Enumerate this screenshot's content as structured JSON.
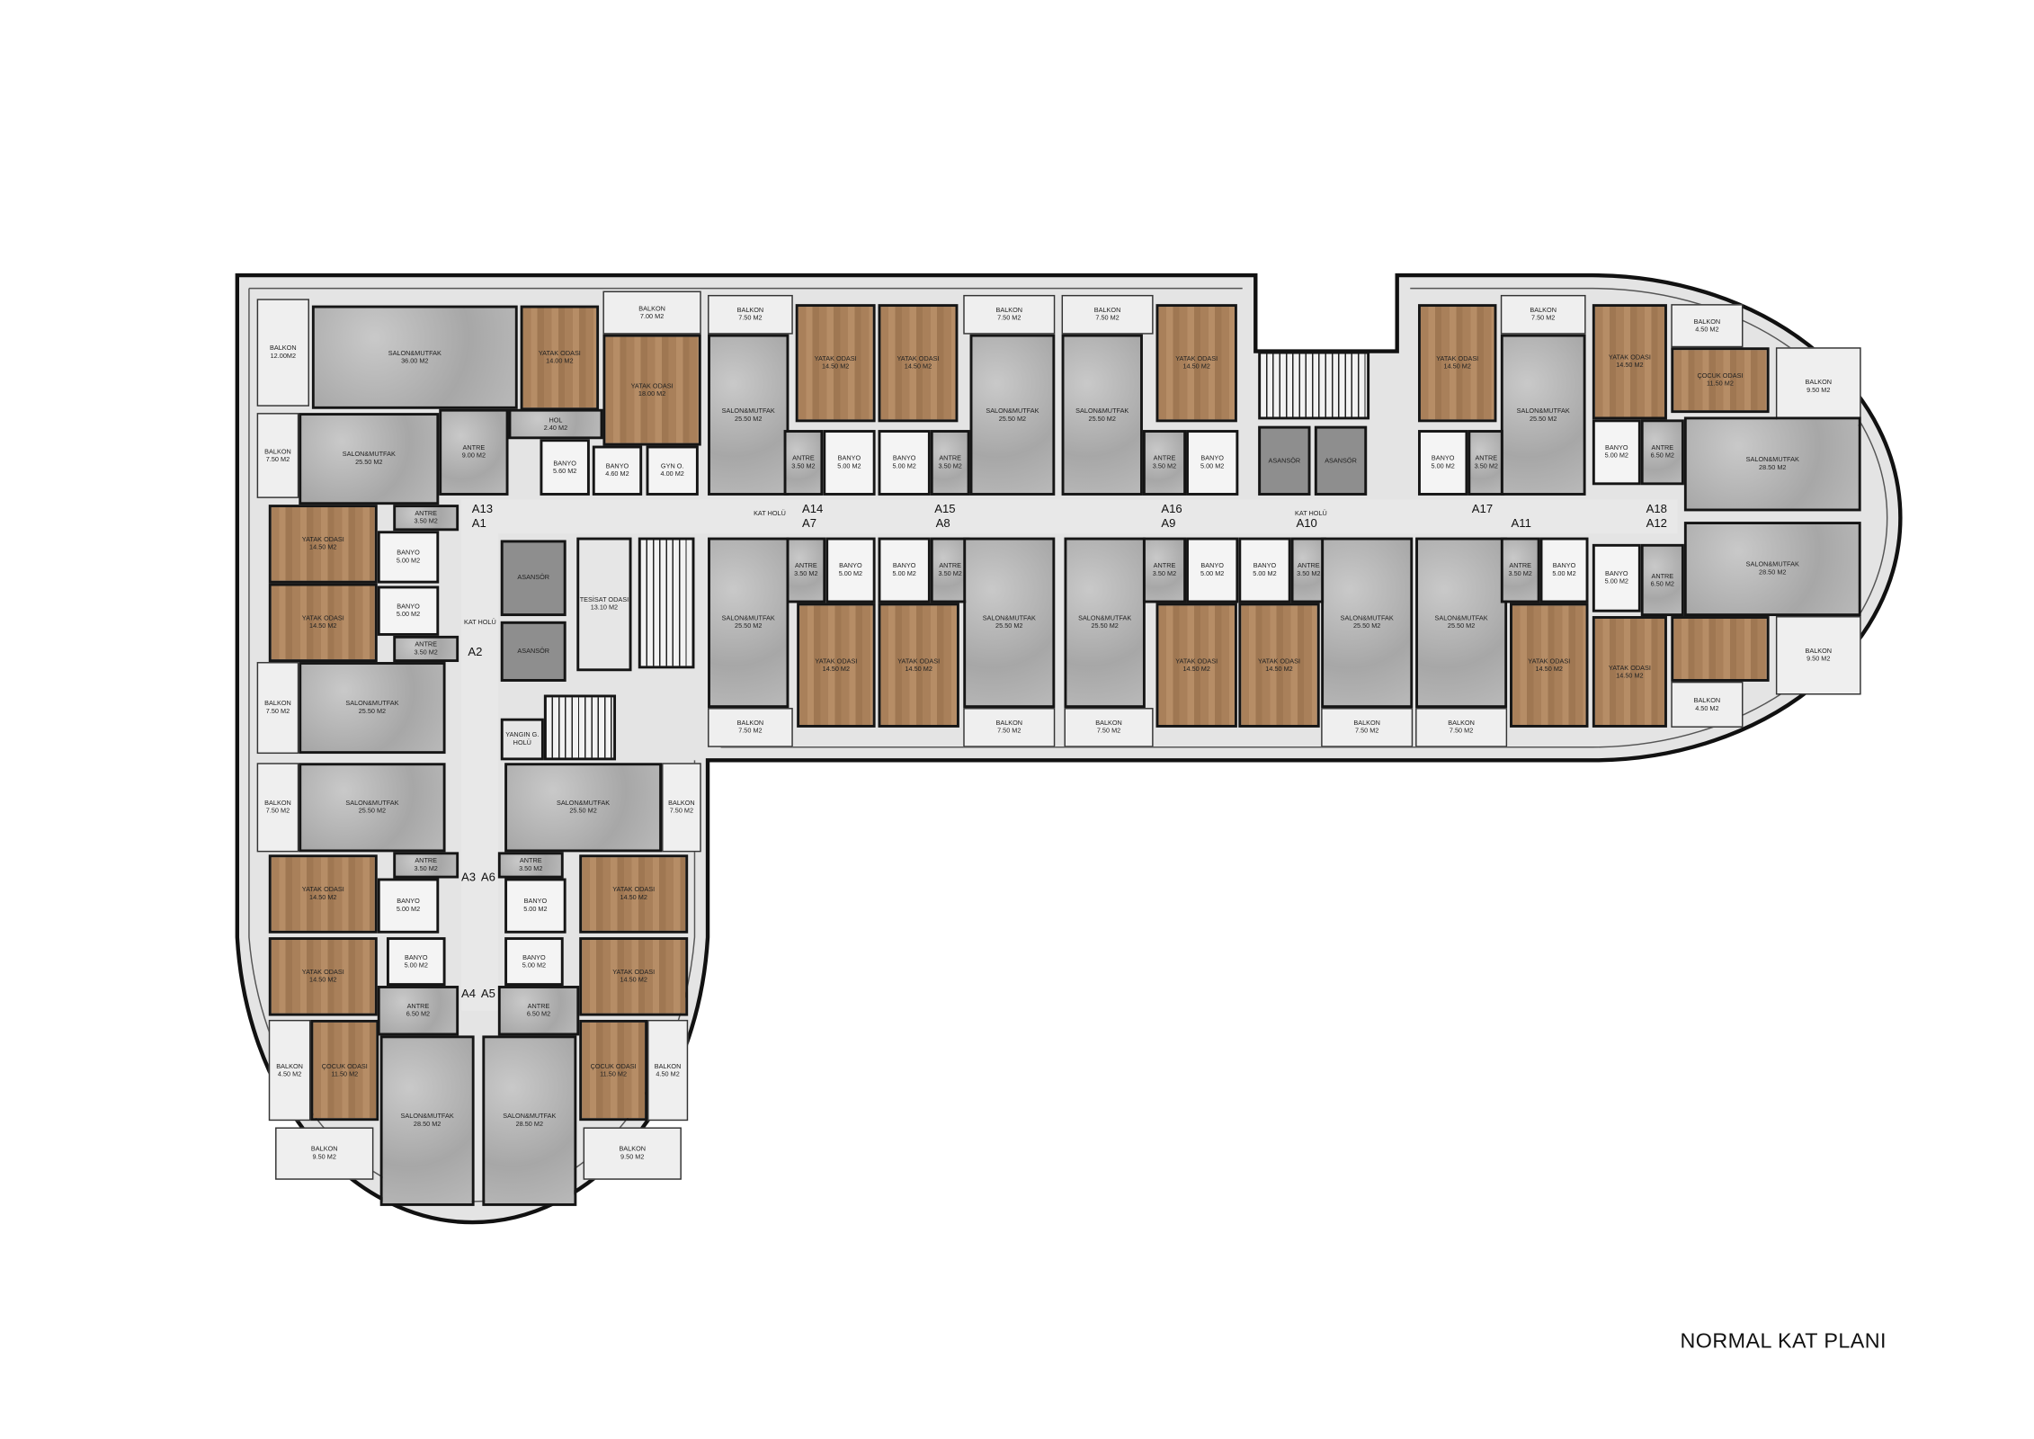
{
  "title": "NORMAL KAT PLANI",
  "corridor_labels": [
    "KAT HOLÜ",
    "KAT HOLÜ",
    "KAT HOLÜ"
  ],
  "markers": [
    "A13",
    "A1",
    "A2",
    "A3",
    "A6",
    "A4",
    "A5",
    "A14",
    "A7",
    "A15",
    "A8",
    "A16",
    "A9",
    "A10",
    "A17",
    "A11",
    "A18",
    "A12"
  ],
  "rooms": [
    {
      "name": "BALKON",
      "area": "12.00M2"
    },
    {
      "name": "SALON&MUTFAK",
      "area": "36.00 M2"
    },
    {
      "name": "YATAK ODASI",
      "area": "14.00 M2"
    },
    {
      "name": "BALKON",
      "area": "7.00 M2"
    },
    {
      "name": "YATAK ODASI",
      "area": "18.00 M2"
    },
    {
      "name": "HOL",
      "area": "2.40 M2"
    },
    {
      "name": "ANTRE",
      "area": "9.00 M2"
    },
    {
      "name": "BANYO",
      "area": "5.60 M2"
    },
    {
      "name": "BANYO",
      "area": "4.60 M2"
    },
    {
      "name": "GYN O.",
      "area": "4.00 M2"
    },
    {
      "name": "BALKON",
      "area": "7.50 M2"
    },
    {
      "name": "SALON&MUTFAK",
      "area": "25.50 M2"
    },
    {
      "name": "ANTRE",
      "area": "3.50 M2"
    },
    {
      "name": "YATAK ODASI",
      "area": "14.50 M2"
    },
    {
      "name": "BANYO",
      "area": "5.00 M2"
    },
    {
      "name": "BANYO",
      "area": "5.00 M2"
    },
    {
      "name": "YATAK ODASI",
      "area": "14.50 M2"
    },
    {
      "name": "ANTRE",
      "area": "3.50 M2"
    },
    {
      "name": "SALON&MUTFAK",
      "area": "25.50 M2"
    },
    {
      "name": "BALKON",
      "area": "7.50 M2"
    },
    {
      "name": "BALKON",
      "area": "7.50 M2"
    },
    {
      "name": "SALON&MUTFAK",
      "area": "25.50 M2"
    },
    {
      "name": "ANTRE",
      "area": "3.50 M2"
    },
    {
      "name": "YATAK ODASI",
      "area": "14.50 M2"
    },
    {
      "name": "BANYO",
      "area": "5.00 M2"
    },
    {
      "name": "BANYO",
      "area": "5.00 M2"
    },
    {
      "name": "YATAK ODASI",
      "area": "14.50 M2"
    },
    {
      "name": "ANTRE",
      "area": "6.50 M2"
    },
    {
      "name": "ÇOCUK ODASI",
      "area": "11.50 M2"
    },
    {
      "name": "BALKON",
      "area": "4.50 M2"
    },
    {
      "name": "SALON&MUTFAK",
      "area": "28.50 M2"
    },
    {
      "name": "BALKON",
      "area": "9.50 M2"
    },
    {
      "name": "SALON&MUTFAK",
      "area": "25.50 M2"
    },
    {
      "name": "BALKON",
      "area": "7.50 M2"
    },
    {
      "name": "ANTRE",
      "area": "3.50 M2"
    },
    {
      "name": "YATAK ODASI",
      "area": "14.50 M2"
    },
    {
      "name": "BANYO",
      "area": "5.00 M2"
    },
    {
      "name": "BANYO",
      "area": "5.00 M2"
    },
    {
      "name": "YATAK ODASI",
      "area": "14.50 M2"
    },
    {
      "name": "ANTRE",
      "area": "6.50 M2"
    },
    {
      "name": "ÇOCUK ODASI",
      "area": "11.50 M2"
    },
    {
      "name": "BALKON",
      "area": "4.50 M2"
    },
    {
      "name": "SALON&MUTFAK",
      "area": "28.50 M2"
    },
    {
      "name": "BALKON",
      "area": "9.50 M2"
    },
    {
      "name": "ASANSÖR",
      "area": ""
    },
    {
      "name": "ASANSÖR",
      "area": ""
    },
    {
      "name": "TESİSAT ODASI",
      "area": "13.10 M2"
    },
    {
      "name": "YANGIN G.",
      "area": "HOLÜ"
    },
    {
      "name": "BALKON",
      "area": "7.50 M2"
    },
    {
      "name": "SALON&MUTFAK",
      "area": "25.50 M2"
    },
    {
      "name": "YATAK ODASI",
      "area": "14.50 M2"
    },
    {
      "name": "ANTRE",
      "area": "3.50 M2"
    },
    {
      "name": "BANYO",
      "area": "5.00 M2"
    },
    {
      "name": "YATAK ODASI",
      "area": "14.50 M2"
    },
    {
      "name": "BANYO",
      "area": "5.00 M2"
    },
    {
      "name": "ANTRE",
      "area": "3.50 M2"
    },
    {
      "name": "SALON&MUTFAK",
      "area": "25.50 M2"
    },
    {
      "name": "BALKON",
      "area": "7.50 M2"
    },
    {
      "name": "BALKON",
      "area": "7.50 M2"
    },
    {
      "name": "SALON&MUTFAK",
      "area": "25.50 M2"
    },
    {
      "name": "YATAK ODASI",
      "area": "14.50 M2"
    },
    {
      "name": "ANTRE",
      "area": "3.50 M2"
    },
    {
      "name": "BANYO",
      "area": "5.00 M2"
    },
    {
      "name": "ASANSÖR",
      "area": ""
    },
    {
      "name": "ASANSÖR",
      "area": ""
    },
    {
      "name": "YATAK ODASI",
      "area": "14.50 M2"
    },
    {
      "name": "BANYO",
      "area": "5.00 M2"
    },
    {
      "name": "ANTRE",
      "area": "3.50 M2"
    },
    {
      "name": "SALON&MUTFAK",
      "area": "25.50 M2"
    },
    {
      "name": "BALKON",
      "area": "7.50 M2"
    },
    {
      "name": "YATAK ODASI",
      "area": "14.50 M2"
    },
    {
      "name": "BALKON",
      "area": "4.50 M2"
    },
    {
      "name": "ÇOCUK ODASI",
      "area": "11.50 M2"
    },
    {
      "name": "BALKON",
      "area": "9.50 M2"
    },
    {
      "name": "BANYO",
      "area": "5.00 M2"
    },
    {
      "name": "ANTRE",
      "area": "6.50 M2"
    },
    {
      "name": "SALON&MUTFAK",
      "area": "28.50 M2"
    },
    {
      "name": "SALON&MUTFAK",
      "area": "28.50 M2"
    },
    {
      "name": "ANTRE",
      "area": "6.50 M2"
    },
    {
      "name": "BANYO",
      "area": "5.00 M2"
    },
    {
      "name": "YATAK ODASI",
      "area": "14.50 M2"
    },
    {
      "name": "BALKON",
      "area": "4.50 M2"
    },
    {
      "name": "BALKON",
      "area": "9.50 M2"
    },
    {
      "name": "SALON&MUTFAK",
      "area": "25.50 M2"
    },
    {
      "name": "ANTRE",
      "area": "3.50 M2"
    },
    {
      "name": "BANYO",
      "area": "5.00 M2"
    },
    {
      "name": "YATAK ODASI",
      "area": "14.50 M2"
    },
    {
      "name": "BALKON",
      "area": "7.50 M2"
    },
    {
      "name": "YATAK ODASI",
      "area": "14.50 M2"
    },
    {
      "name": "BANYO",
      "area": "5.00 M2"
    },
    {
      "name": "ANTRE",
      "area": "3.50 M2"
    },
    {
      "name": "SALON&MUTFAK",
      "area": "25.50 M2"
    },
    {
      "name": "BALKON",
      "area": "7.50 M2"
    },
    {
      "name": "SALON&MUTFAK",
      "area": "25.50 M2"
    },
    {
      "name": "BALKON",
      "area": "7.50 M2"
    },
    {
      "name": "ANTRE",
      "area": "3.50 M2"
    },
    {
      "name": "BANYO",
      "area": "5.00 M2"
    },
    {
      "name": "YATAK ODASI",
      "area": "14.50 M2"
    },
    {
      "name": "YATAK ODASI",
      "area": "14.50 M2"
    },
    {
      "name": "BANYO",
      "area": "5.00 M2"
    },
    {
      "name": "ANTRE",
      "area": "3.50 M2"
    },
    {
      "name": "SALON&MUTFAK",
      "area": "25.50 M2"
    },
    {
      "name": "BALKON",
      "area": "7.50 M2"
    },
    {
      "name": "SALON&MUTFAK",
      "area": "25.50 M2"
    },
    {
      "name": "BALKON",
      "area": "7.50 M2"
    },
    {
      "name": "ANTRE",
      "area": "3.50 M2"
    },
    {
      "name": "BANYO",
      "area": "5.00 M2"
    },
    {
      "name": "YATAK ODASI",
      "area": "14.50 M2"
    }
  ]
}
